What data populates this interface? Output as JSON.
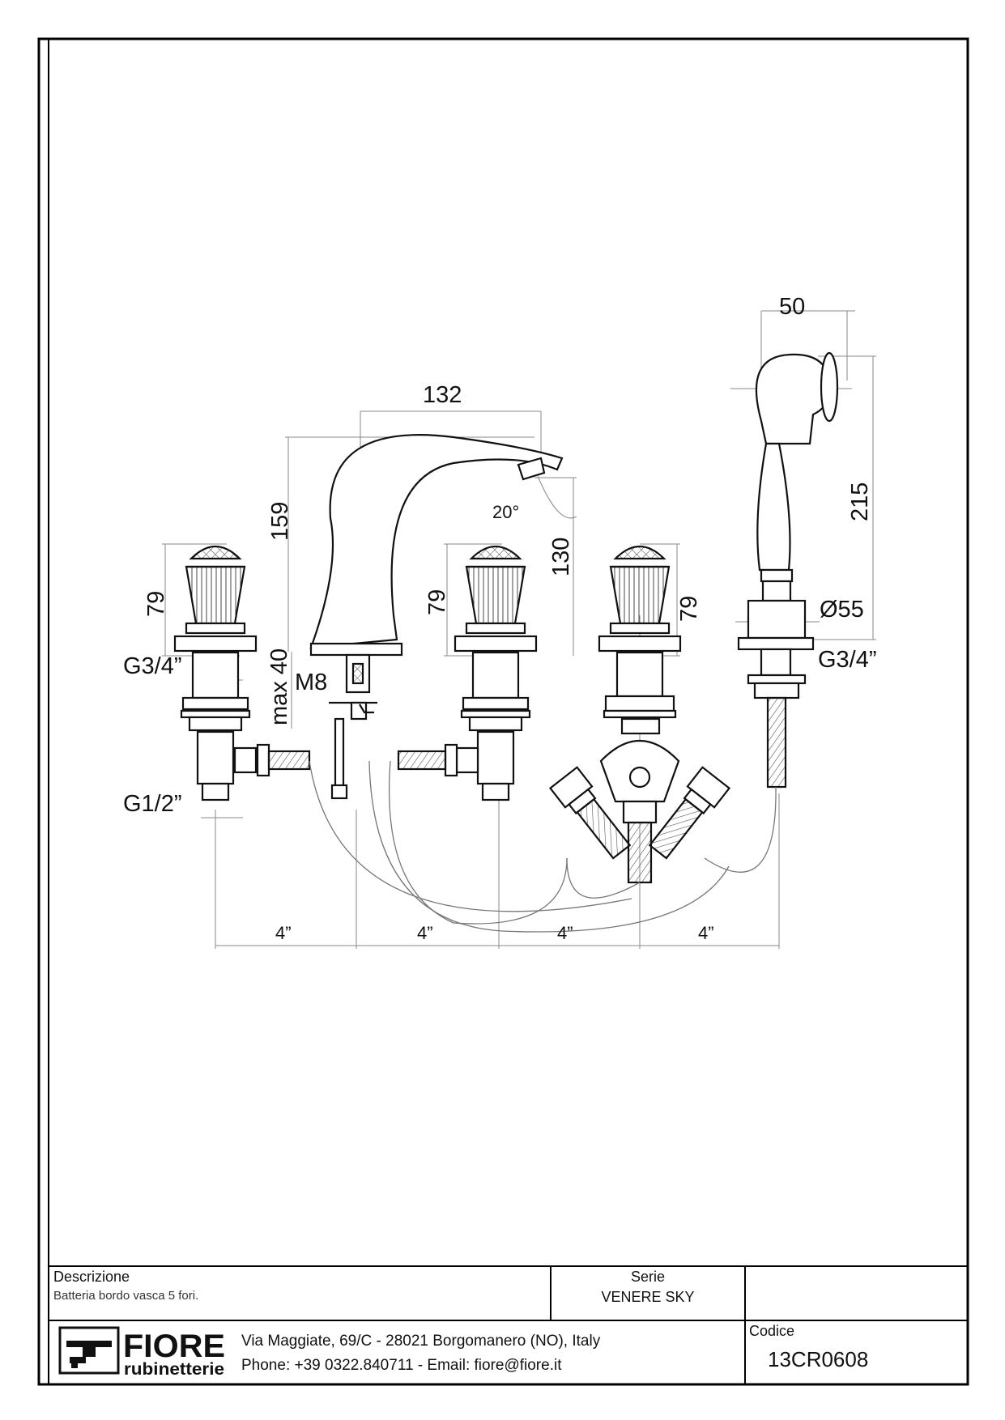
{
  "dimensions": {
    "spout_length": "132",
    "spout_height": "159",
    "spout_reach_height": "130",
    "spout_angle": "20°",
    "handle_left_height": "79",
    "handle_center_height": "79",
    "handle_right_height": "79",
    "shower_head_width": "50",
    "shower_handle_length": "215",
    "shower_base_diameter": "Ø55",
    "thread_left": "G3/4”",
    "thread_right": "G3/4”",
    "inlet_thread": "G1/2”",
    "deck_max": "max 40",
    "rod_thread": "M8",
    "spacing_1": "4”",
    "spacing_2": "4”",
    "spacing_3": "4”",
    "spacing_4": "4”"
  },
  "title_block": {
    "description_label": "Descrizione",
    "description_value": "Batteria bordo vasca 5 fori.",
    "series_label": "Serie",
    "series_value": "VENERE SKY",
    "code_label": "Codice",
    "code_value": "13CR0608",
    "address": "Via Maggiate, 69/C - 28021 Borgomanero (NO), Italy",
    "contact": "Phone: +39 0322.840711 - Email: fiore@fiore.it"
  },
  "logo": {
    "brand": "FIORE",
    "tagline": "rubinetterie"
  }
}
